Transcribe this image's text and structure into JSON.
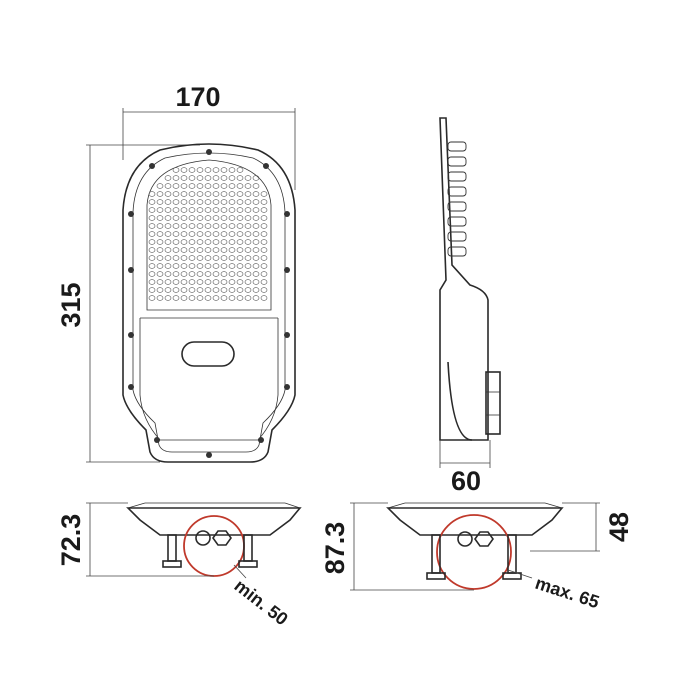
{
  "dimensions": {
    "width": "170",
    "height": "315",
    "depth": "60",
    "bracket_height_min": "72.3",
    "bracket_height_max": "87.3",
    "housing_height": "48",
    "pole_min": "min. 50",
    "pole_max": "max. 65"
  },
  "colors": {
    "line": "#2a2a2a",
    "pole_ring": "#c0392b"
  }
}
